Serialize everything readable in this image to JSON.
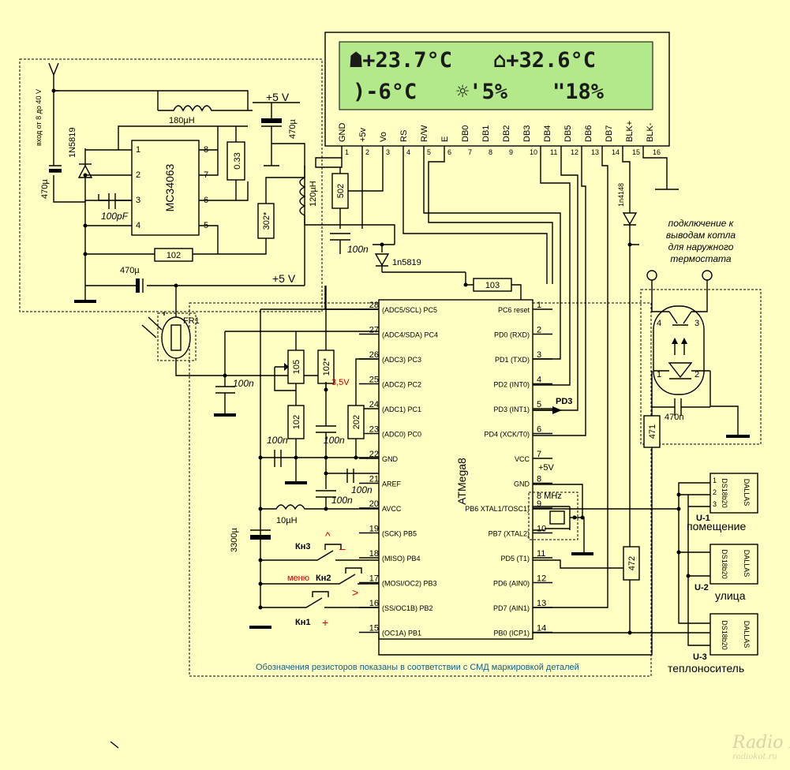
{
  "lcd": {
    "line1_left": "☗+23.7°C",
    "line1_right": "⌂+32.6°C",
    "line2_left": ")-6°C",
    "line2_right": "☼'5%",
    "line2_far": "\"18%"
  },
  "lcd_pins": [
    {
      "name": "GND",
      "num": "1"
    },
    {
      "name": "+5v",
      "num": "2"
    },
    {
      "name": "Vo",
      "num": "3"
    },
    {
      "name": "RS",
      "num": "4"
    },
    {
      "name": "R/W",
      "num": "5"
    },
    {
      "name": "E",
      "num": "6"
    },
    {
      "name": "DB0",
      "num": "7"
    },
    {
      "name": "DB1",
      "num": "8"
    },
    {
      "name": "DB2",
      "num": "9"
    },
    {
      "name": "DB3",
      "num": "10"
    },
    {
      "name": "DB4",
      "num": "11"
    },
    {
      "name": "DB5",
      "num": "12"
    },
    {
      "name": "DB6",
      "num": "13"
    },
    {
      "name": "DB7",
      "num": "14"
    },
    {
      "name": "BLK+",
      "num": "15"
    },
    {
      "name": "BLK-",
      "num": "16"
    }
  ],
  "psu": {
    "input_label": "вход от 8 до 40 V",
    "chip": "MC34063",
    "pins": [
      "1",
      "2",
      "3",
      "4",
      "8",
      "7",
      "6",
      "5"
    ],
    "c_in": "470µ",
    "diode": "1N5819",
    "c_timing": "100pF",
    "inductor": "180µH",
    "r_sense": "0.33",
    "vout": "+5 V",
    "c_out": "470µ",
    "r_fb1": "302*",
    "r_fb2": "102",
    "c_out2": "470µ",
    "vout2": "+5 V"
  },
  "lcd_aux": {
    "inductor": "120µH",
    "pot": "502",
    "cap": "100n",
    "diode": "1n5819",
    "bl_diode": "1n4148",
    "r_reset": "103"
  },
  "mcu": {
    "name": "ATMega8",
    "left_pins": [
      {
        "num": "28",
        "label": "(ADC5/SCL) PC5"
      },
      {
        "num": "27",
        "label": "(ADC4/SDA) PC4"
      },
      {
        "num": "26",
        "label": "(ADC3) PC3"
      },
      {
        "num": "25",
        "label": "(ADC2) PC2"
      },
      {
        "num": "24",
        "label": "(ADC1) PC1"
      },
      {
        "num": "23",
        "label": "(ADC0) PC0"
      },
      {
        "num": "22",
        "label": "GND"
      },
      {
        "num": "21",
        "label": "AREF"
      },
      {
        "num": "20",
        "label": "AVCC"
      },
      {
        "num": "19",
        "label": "(SCK) PB5"
      },
      {
        "num": "18",
        "label": "(MISO) PB4"
      },
      {
        "num": "17",
        "label": "(MOSI/OC2) PB3"
      },
      {
        "num": "16",
        "label": "(SS/OC1B) PB2"
      },
      {
        "num": "15",
        "label": "(OC1A) PB1"
      }
    ],
    "right_pins": [
      {
        "num": "1",
        "label": "PC6 reset"
      },
      {
        "num": "2",
        "label": "PD0 (RXD)"
      },
      {
        "num": "3",
        "label": "PD1 (TXD)"
      },
      {
        "num": "4",
        "label": "PD2 (INT0)"
      },
      {
        "num": "5",
        "label": "PD3 (INT1)"
      },
      {
        "num": "6",
        "label": "PD4 (XCK/T0)"
      },
      {
        "num": "7",
        "label": "VCC"
      },
      {
        "num": "8",
        "label": "GND"
      },
      {
        "num": "9",
        "label": "PB6 XTAL1/TOSC1)"
      },
      {
        "num": "10",
        "label": "PB7 (XTAL2)"
      },
      {
        "num": "11",
        "label": "PD5 (T1)"
      },
      {
        "num": "12",
        "label": "PD6 (AIN0)"
      },
      {
        "num": "13",
        "label": "PD7 (AIN1)"
      },
      {
        "num": "14",
        "label": "PB0 (ICP1)"
      }
    ],
    "pd3_label": "PD3",
    "vcc_label": "+5V",
    "crystal": "8 MHz"
  },
  "analog": {
    "photo": "FR1",
    "c_photo": "100n",
    "r_trim": "105",
    "r_102a": "102",
    "r_102b": "102*",
    "r_202": "202",
    "vref": "3,5V",
    "c1": "100n",
    "c2": "100n",
    "c3": "100n",
    "c4": "100n",
    "l_avcc": "10µH",
    "c_big": "3300µ"
  },
  "buttons": {
    "kn3": "Кн3",
    "kn3_sym": "^",
    "kn3_minus": "–",
    "kn2": "Кн2",
    "kn2_menu": "меню",
    "kn2_sym": ">",
    "kn1": "Кн1",
    "kn1_plus": "+"
  },
  "opto": {
    "note_lines": [
      "подключение к",
      "выводам котла",
      "для наружного",
      "термостата"
    ],
    "pins": [
      "4",
      "3",
      "1",
      "2"
    ],
    "cap": "470n",
    "r_471": "471",
    "r_472": "472"
  },
  "sensors": [
    {
      "id": "U-1",
      "chip": "DS18b20",
      "brand": "DALLAS",
      "place": "помещение",
      "pins": [
        "1",
        "2",
        "3"
      ]
    },
    {
      "id": "U-2",
      "chip": "DS18b20",
      "brand": "DALLAS",
      "place": "улица"
    },
    {
      "id": "U-3",
      "chip": "DS18b20",
      "brand": "DALLAS",
      "place": "теплоноситель"
    }
  ],
  "footnote": "Обозначения резисторов показаны в соответствии с СМД маркировкой деталей",
  "watermark": {
    "main": "Radio KOT",
    "sub": "radiokot.ru"
  },
  "colors": {
    "background": "#ffffc4",
    "lcd": "#b3e98a",
    "text_blue": "#0c5d8a",
    "text_red": "#cc0000"
  }
}
